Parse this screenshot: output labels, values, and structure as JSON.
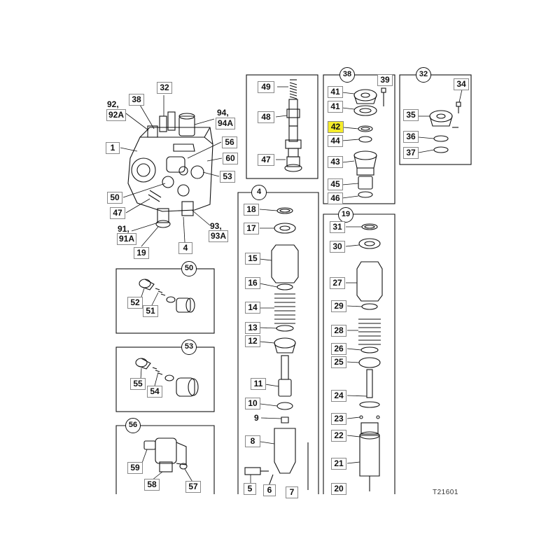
{
  "labels": {
    "l92": "92,",
    "l92a": "92A",
    "l38a": "38",
    "l32a": "32",
    "l94": "94,",
    "l94a": "94A",
    "l1": "1",
    "l56a": "56",
    "l60": "60",
    "l53a": "53",
    "l50a": "50",
    "l47a": "47",
    "l91": "91,",
    "l91a": "91A",
    "l93": "93,",
    "l93a": "93A",
    "l19a": "19",
    "l4a": "4",
    "l49": "49",
    "l48": "48",
    "l47b": "47",
    "l41a": "41",
    "l41b": "41",
    "l42": "42",
    "l44": "44",
    "l43": "43",
    "l45": "45",
    "l46": "46",
    "l39": "39",
    "l34": "34",
    "l35": "35",
    "l36": "36",
    "l37": "37",
    "l18": "18",
    "l17": "17",
    "l15": "15",
    "l16": "16",
    "l14": "14",
    "l13": "13",
    "l12": "12",
    "l11": "11",
    "l10": "10",
    "l9": "9",
    "l8": "8",
    "l5": "5",
    "l6": "6",
    "l7": "7",
    "l31": "31",
    "l30": "30",
    "l27": "27",
    "l29": "29",
    "l28": "28",
    "l26": "26",
    "l25": "25",
    "l24": "24",
    "l23": "23",
    "l22": "22",
    "l21": "21",
    "l20": "20",
    "l52": "52",
    "l51": "51",
    "l55": "55",
    "l54": "54",
    "l59": "59",
    "l58": "58",
    "l57": "57"
  },
  "circles": {
    "c38": "38",
    "c32": "32",
    "c4": "4",
    "c19": "19",
    "c50": "50",
    "c53": "53",
    "c56": "56"
  },
  "reference": "T21601",
  "colors": {
    "highlight": "#f5ec2a",
    "line": "#111111",
    "label_border": "#888888"
  }
}
